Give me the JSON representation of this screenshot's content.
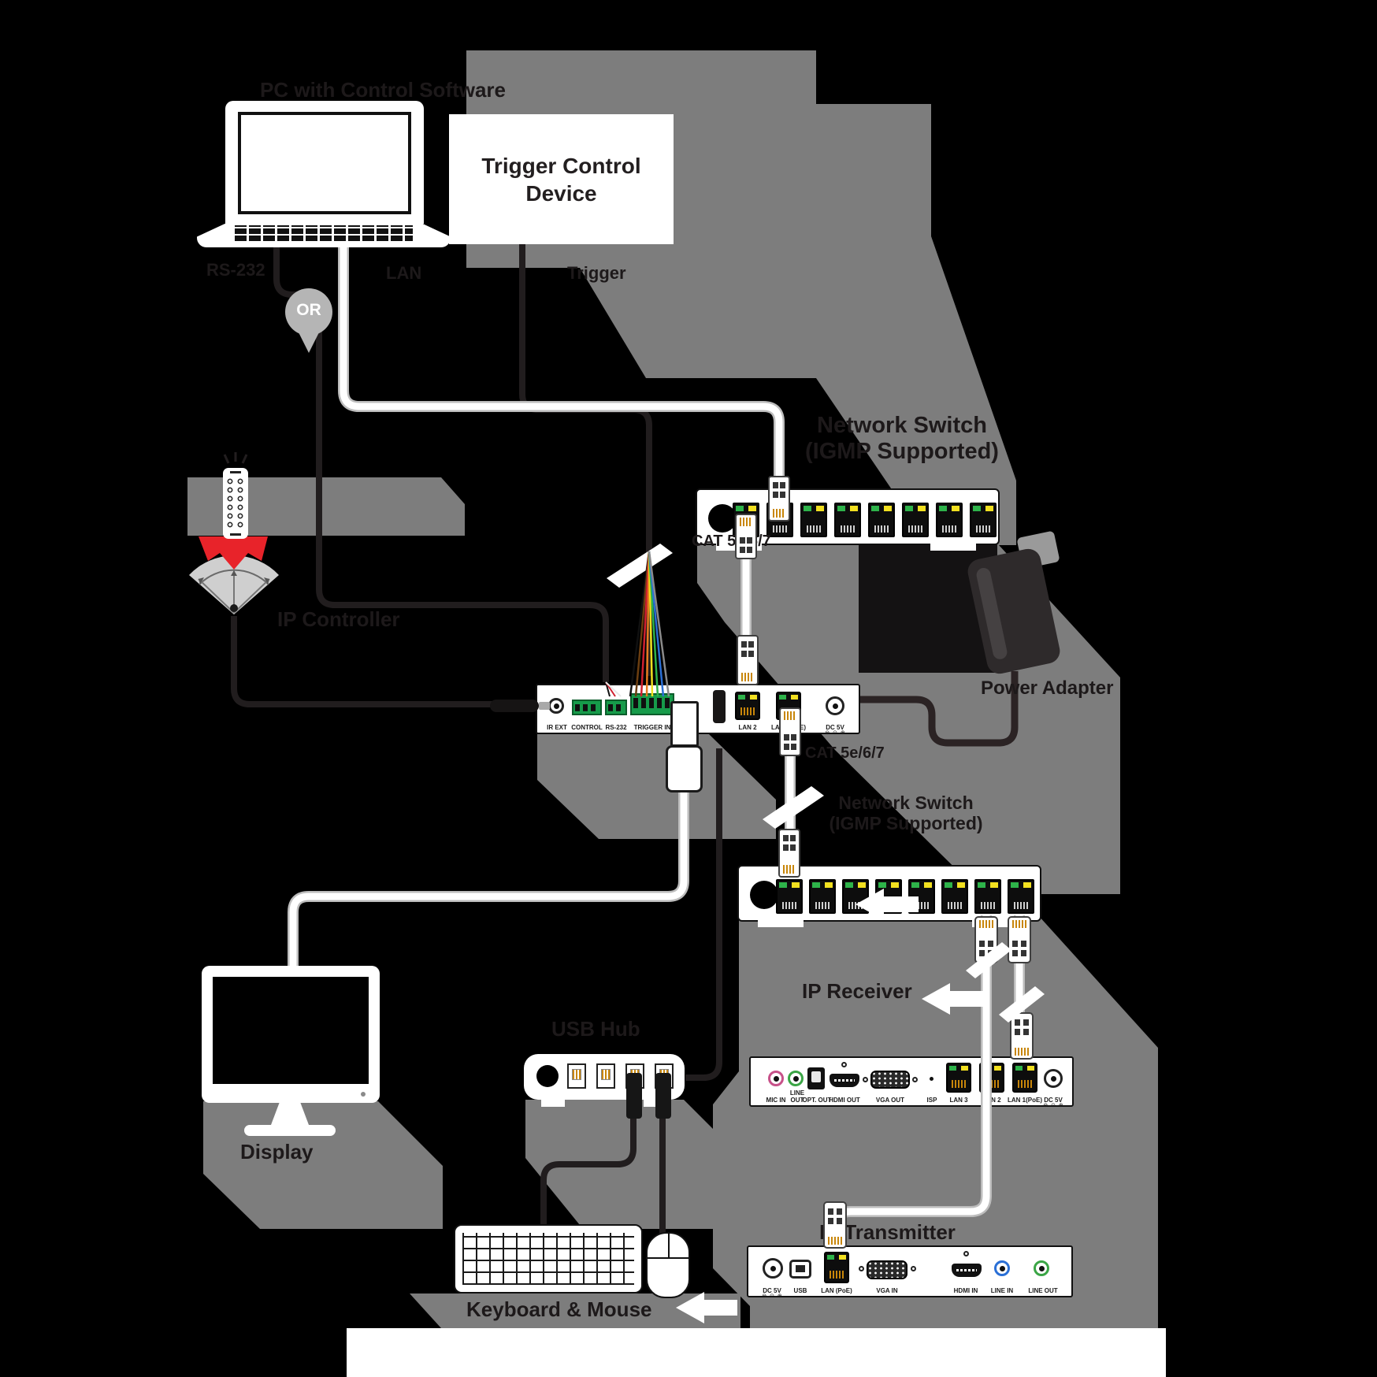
{
  "colors": {
    "shadow": "#7d7d7d",
    "fan": "#cfcfcf",
    "beam_red": "#e8232a",
    "phoenix_green": "#169b4a",
    "led_green": "#2eb34a",
    "led_yellow": "#f2e020",
    "pin_gold": "#c8860a",
    "balloon_gray": "#b5b5b5"
  },
  "labels": {
    "laptop": "PC with Control Software",
    "trigger_device": "Trigger Control Device",
    "or": "OR",
    "cable_rs232": "RS-232",
    "cable_lan": "LAN",
    "cable_trigger": "Trigger",
    "cat_1": "CAT 5e/6/7",
    "cat_2": "CAT 5e/6/7",
    "controller_title": "IP Controller",
    "switch_title": "Network Switch",
    "switch_sub": "(IGMP Supported)",
    "receiver_title": "IP Receiver",
    "transmitter_title": "IP Transmitter",
    "usb_hub": "USB Hub",
    "display": "Display",
    "keyboard_mouse": "Keyboard & Mouse",
    "power_adapter": "Power Adapter",
    "dc_polarity": "⊖–⊙–⊕"
  },
  "controller_ports": [
    "IR EXT",
    "CONTROL",
    "RS-232",
    "TRIGGER IN",
    "LAN 2",
    "LAN 1(PoE)",
    "DC 5V"
  ],
  "receiver_ports": [
    "MIC IN",
    "LINE OUT",
    "OPT. OUT",
    "HDMI OUT",
    "VGA OUT",
    "ISP",
    "LAN 3",
    "LAN 2",
    "LAN 1(PoE)",
    "DC 5V"
  ],
  "transmitter_ports": [
    "DC 5V",
    "USB",
    "LAN (PoE)",
    "VGA IN",
    "HDMI IN",
    "LINE IN",
    "LINE OUT"
  ]
}
